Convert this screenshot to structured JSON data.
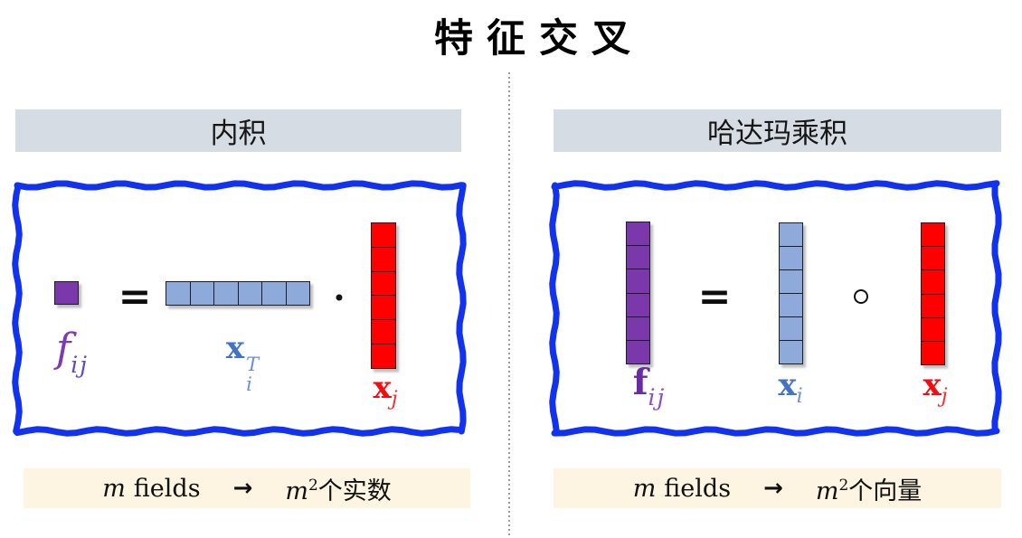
{
  "title": "特征交叉",
  "colors": {
    "scribble_blue": "#1133ef",
    "purple_fill": "#7a38ab",
    "light_blue_fill": "#8eaadb",
    "red_fill": "#fe0000",
    "header_bg": "#d6dce4",
    "footer_bg": "#fdf5e1",
    "label_blue": "#4472c4",
    "label_red": "#f20d12",
    "label_purple": "#7b3ab3"
  },
  "panels": [
    {
      "header": "内积",
      "vector_length": 6,
      "equation": {
        "result": {
          "base": "f",
          "sub": "ij"
        },
        "equals": "=",
        "operand_a": {
          "base": "x",
          "sup": "T",
          "sub": "i"
        },
        "operator": "·",
        "operand_b": {
          "base": "x",
          "sub": "j"
        }
      },
      "footer": {
        "var": "m",
        "word": "fields",
        "arrow": "→",
        "result_base": "m",
        "result_sup": "2",
        "result_suffix": "个实数"
      }
    },
    {
      "header": "哈达玛乘积",
      "vector_length": 6,
      "equation": {
        "result": {
          "base": "f",
          "sub": "ij"
        },
        "equals": "=",
        "operand_a": {
          "base": "x",
          "sub": "i"
        },
        "operator": "∘",
        "operand_b": {
          "base": "x",
          "sub": "j"
        }
      },
      "footer": {
        "var": "m",
        "word": "fields",
        "arrow": "→",
        "result_base": "m",
        "result_sup": "2",
        "result_suffix": "个向量"
      }
    }
  ]
}
